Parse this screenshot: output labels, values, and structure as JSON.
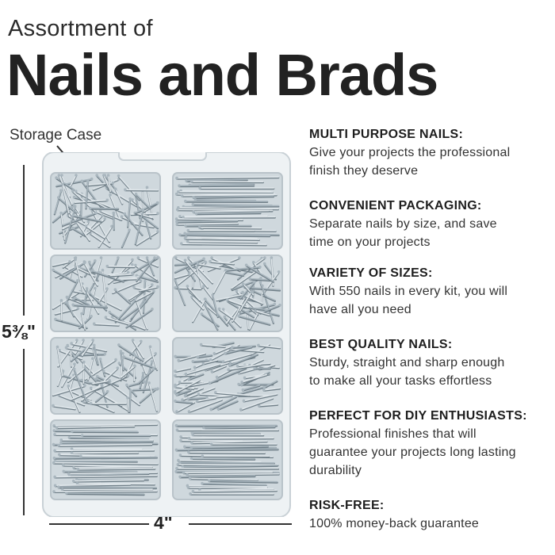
{
  "header": {
    "subtitle": "Assortment of",
    "title": "Nails and Brads"
  },
  "diagram": {
    "case_label": "Storage Case",
    "height_label": "5⅜\"",
    "width_label": "4\""
  },
  "features": [
    {
      "title": "MULTI PURPOSE NAILS:",
      "lines": [
        "Give your projects the professional",
        "finish they deserve"
      ]
    },
    {
      "title": "CONVENIENT PACKAGING:",
      "lines": [
        "Separate nails by size, and save",
        "time on your projects"
      ]
    },
    {
      "title": "VARIETY OF SIZES:",
      "lines": [
        "With 550 nails in every kit, you will",
        "have all you need"
      ]
    },
    {
      "title": "BEST QUALITY NAILS:",
      "lines": [
        "Sturdy, straight and sharp enough",
        "to make all your tasks effortless"
      ]
    },
    {
      "title": "PERFECT FOR DIY ENTHUSIASTS:",
      "lines": [
        "Professional finishes that will",
        "guarantee your projects long lasting",
        "durability"
      ]
    },
    {
      "title": "RISK-FREE:",
      "lines": [
        "100% money-back guarantee"
      ]
    }
  ],
  "colors": {
    "nail_light": "#dfe6ea",
    "nail_mid": "#a9b6be",
    "nail_dark": "#6f7e87",
    "case_plastic": "#eef2f4"
  }
}
